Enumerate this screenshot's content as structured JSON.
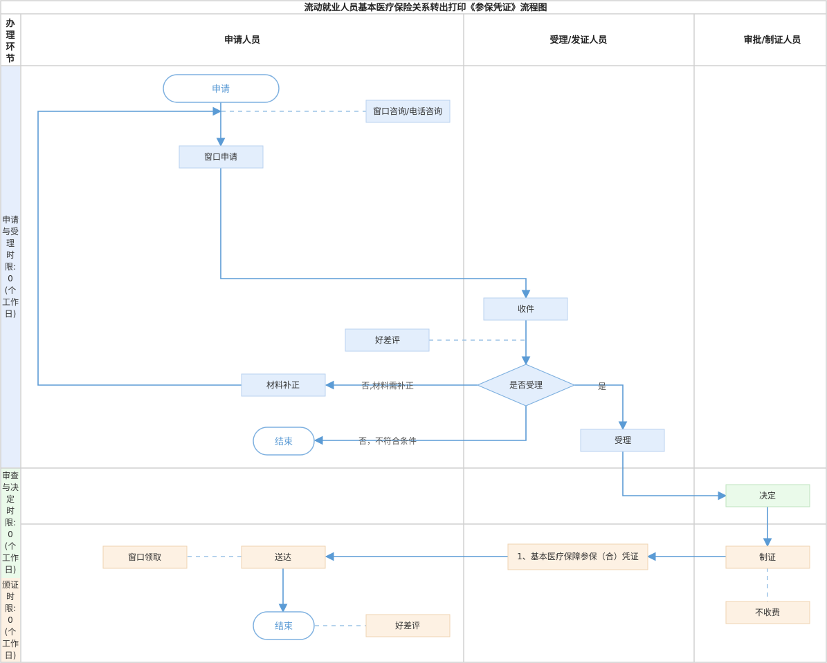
{
  "title": "流动就业人员基本医疗保险关系转出打印《参保凭证》流程图",
  "left_header_chars": [
    "办",
    "理",
    "环",
    "节"
  ],
  "lanes": {
    "applicant": "申请人员",
    "receiver": "受理/发证人员",
    "approver": "审批/制证人员"
  },
  "phases": {
    "apply": [
      "申请",
      "与受",
      "理",
      "时",
      "限:",
      "0",
      "(个",
      "工作",
      "日)"
    ],
    "review": [
      "审查",
      "与决",
      "定",
      "时",
      "限:",
      "0",
      "(个",
      "工作",
      "日)"
    ],
    "issue": [
      "颁证",
      "时",
      "限:",
      "0",
      "(个",
      "工作",
      "日)"
    ]
  },
  "nodes": {
    "start": "申请",
    "consult": "窗口咨询/电话咨询",
    "window_apply": "窗口申请",
    "receive": "收件",
    "rating1": "好差评",
    "decision": "是否受理",
    "supplement": "材料补正",
    "end1": "结束",
    "accept": "受理",
    "decide": "决定",
    "make_cert": "制证",
    "cert_doc": "1、基本医疗保障参保（合）凭证",
    "deliver": "送达",
    "window_pickup": "窗口领取",
    "end2": "结束",
    "rating2": "好差评",
    "no_fee": "不收费"
  },
  "edges": {
    "no_supplement": "否,材料需补正",
    "no_unqualified": "否，不符合条件",
    "yes": "是"
  },
  "colors": {
    "line": "#5b9bd5",
    "blue_fill": "#e3eefc",
    "green_fill": "#eafaea",
    "orange_fill": "#fdf1e3",
    "phase_apply": "#e6eefc",
    "phase_review": "#eafaea",
    "phase_issue": "#fdf1e3"
  }
}
